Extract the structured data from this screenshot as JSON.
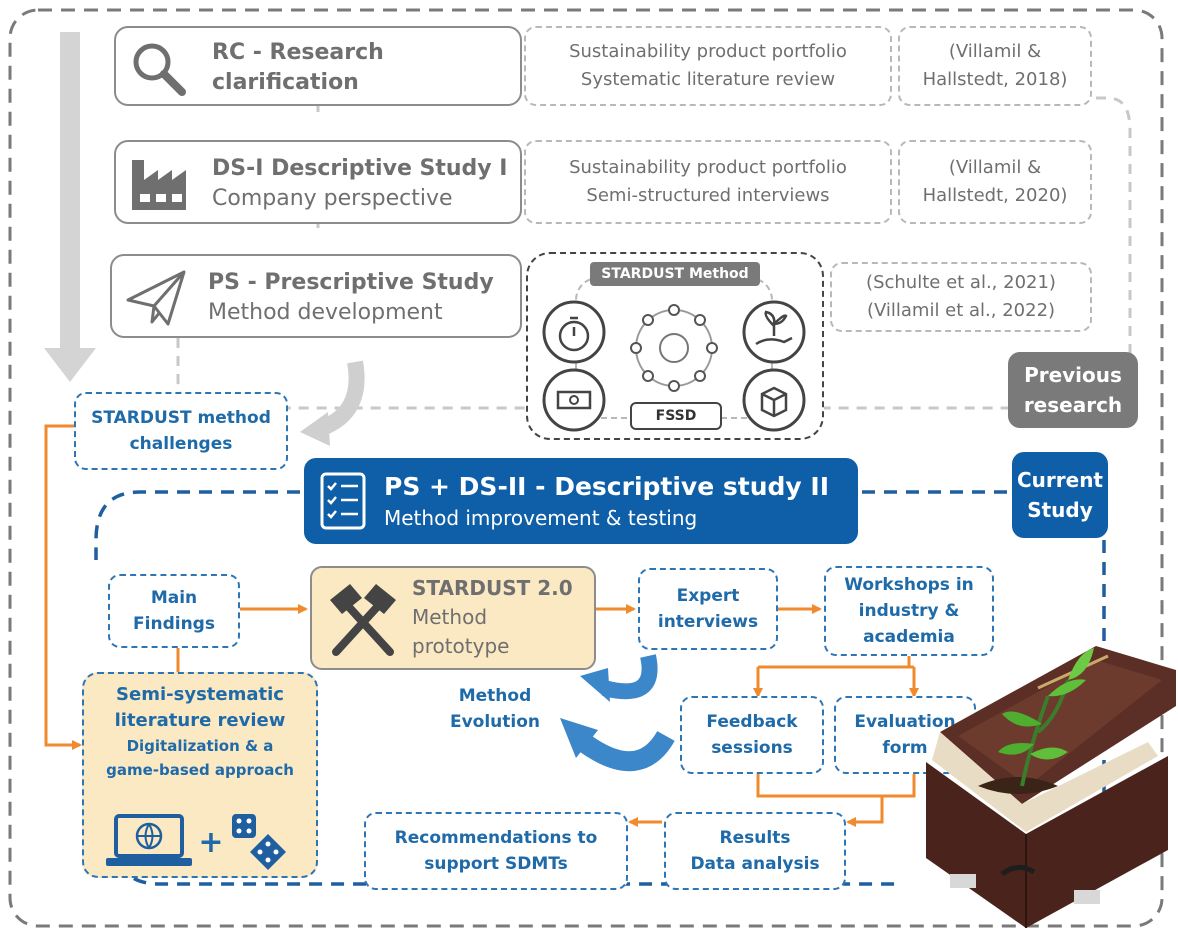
{
  "phases": {
    "rc": {
      "title": "RC - Research",
      "subtitle": "clarification",
      "method_line1": "Sustainability product portfolio",
      "method_line2": "Systematic literature review",
      "ref_line1": "(Villamil &",
      "ref_line2": "Hallstedt, 2018)",
      "icon": "magnifier-icon"
    },
    "ds1": {
      "title": "DS-I Descriptive Study I",
      "subtitle": "Company perspective",
      "method_line1": "Sustainability product portfolio",
      "method_line2": "Semi-structured interviews",
      "ref_line1": "(Villamil &",
      "ref_line2": "Hallstedt, 2020)",
      "icon": "factory-icon"
    },
    "ps": {
      "title": "PS - Prescriptive Study",
      "subtitle": "Method development",
      "ref_line1": "(Schulte et al., 2021)",
      "ref_line2": "(Villamil et al., 2022)",
      "icon": "paper-plane-icon"
    }
  },
  "stardust_method": {
    "label": "STARDUST Method",
    "center_label": "FSSD"
  },
  "previous_research": {
    "line1": "Previous",
    "line2": "research"
  },
  "current_study": {
    "line1": "Current",
    "line2": "Study"
  },
  "challenges": {
    "line1": "STARDUST method",
    "line2": "challenges"
  },
  "ds2": {
    "title": "PS + DS-II - Descriptive study II",
    "subtitle": "Method improvement & testing"
  },
  "main_findings": {
    "line1": "Main",
    "line2": "Findings"
  },
  "stardust2": {
    "title": "STARDUST 2.0",
    "line2": "Method",
    "line3": "prototype"
  },
  "expert_interviews": {
    "line1": "Expert",
    "line2": "interviews"
  },
  "workshops": {
    "line1": "Workshops in",
    "line2": "industry &",
    "line3": "academia"
  },
  "method_evolution": {
    "line1": "Method",
    "line2": "Evolution"
  },
  "feedback_sessions": {
    "line1": "Feedback",
    "line2": "sessions"
  },
  "evaluation_form": {
    "line1": "Evaluation",
    "line2": "form"
  },
  "literature_review": {
    "line1": "Semi-systematic",
    "line2": "literature review",
    "line3": "Digitalization & a",
    "line4": "game-based approach",
    "plus": "+"
  },
  "results": {
    "line1": "Results",
    "line2": "Data analysis"
  },
  "recommendations": {
    "line1": "Recommendations to",
    "line2": "support SDMTs"
  },
  "colors": {
    "blue": "#1f6aa8",
    "dark_blue": "#0e5fa8",
    "orange": "#f08a2e",
    "gray": "#8c8c8c",
    "beige": "#fbe9c4"
  }
}
